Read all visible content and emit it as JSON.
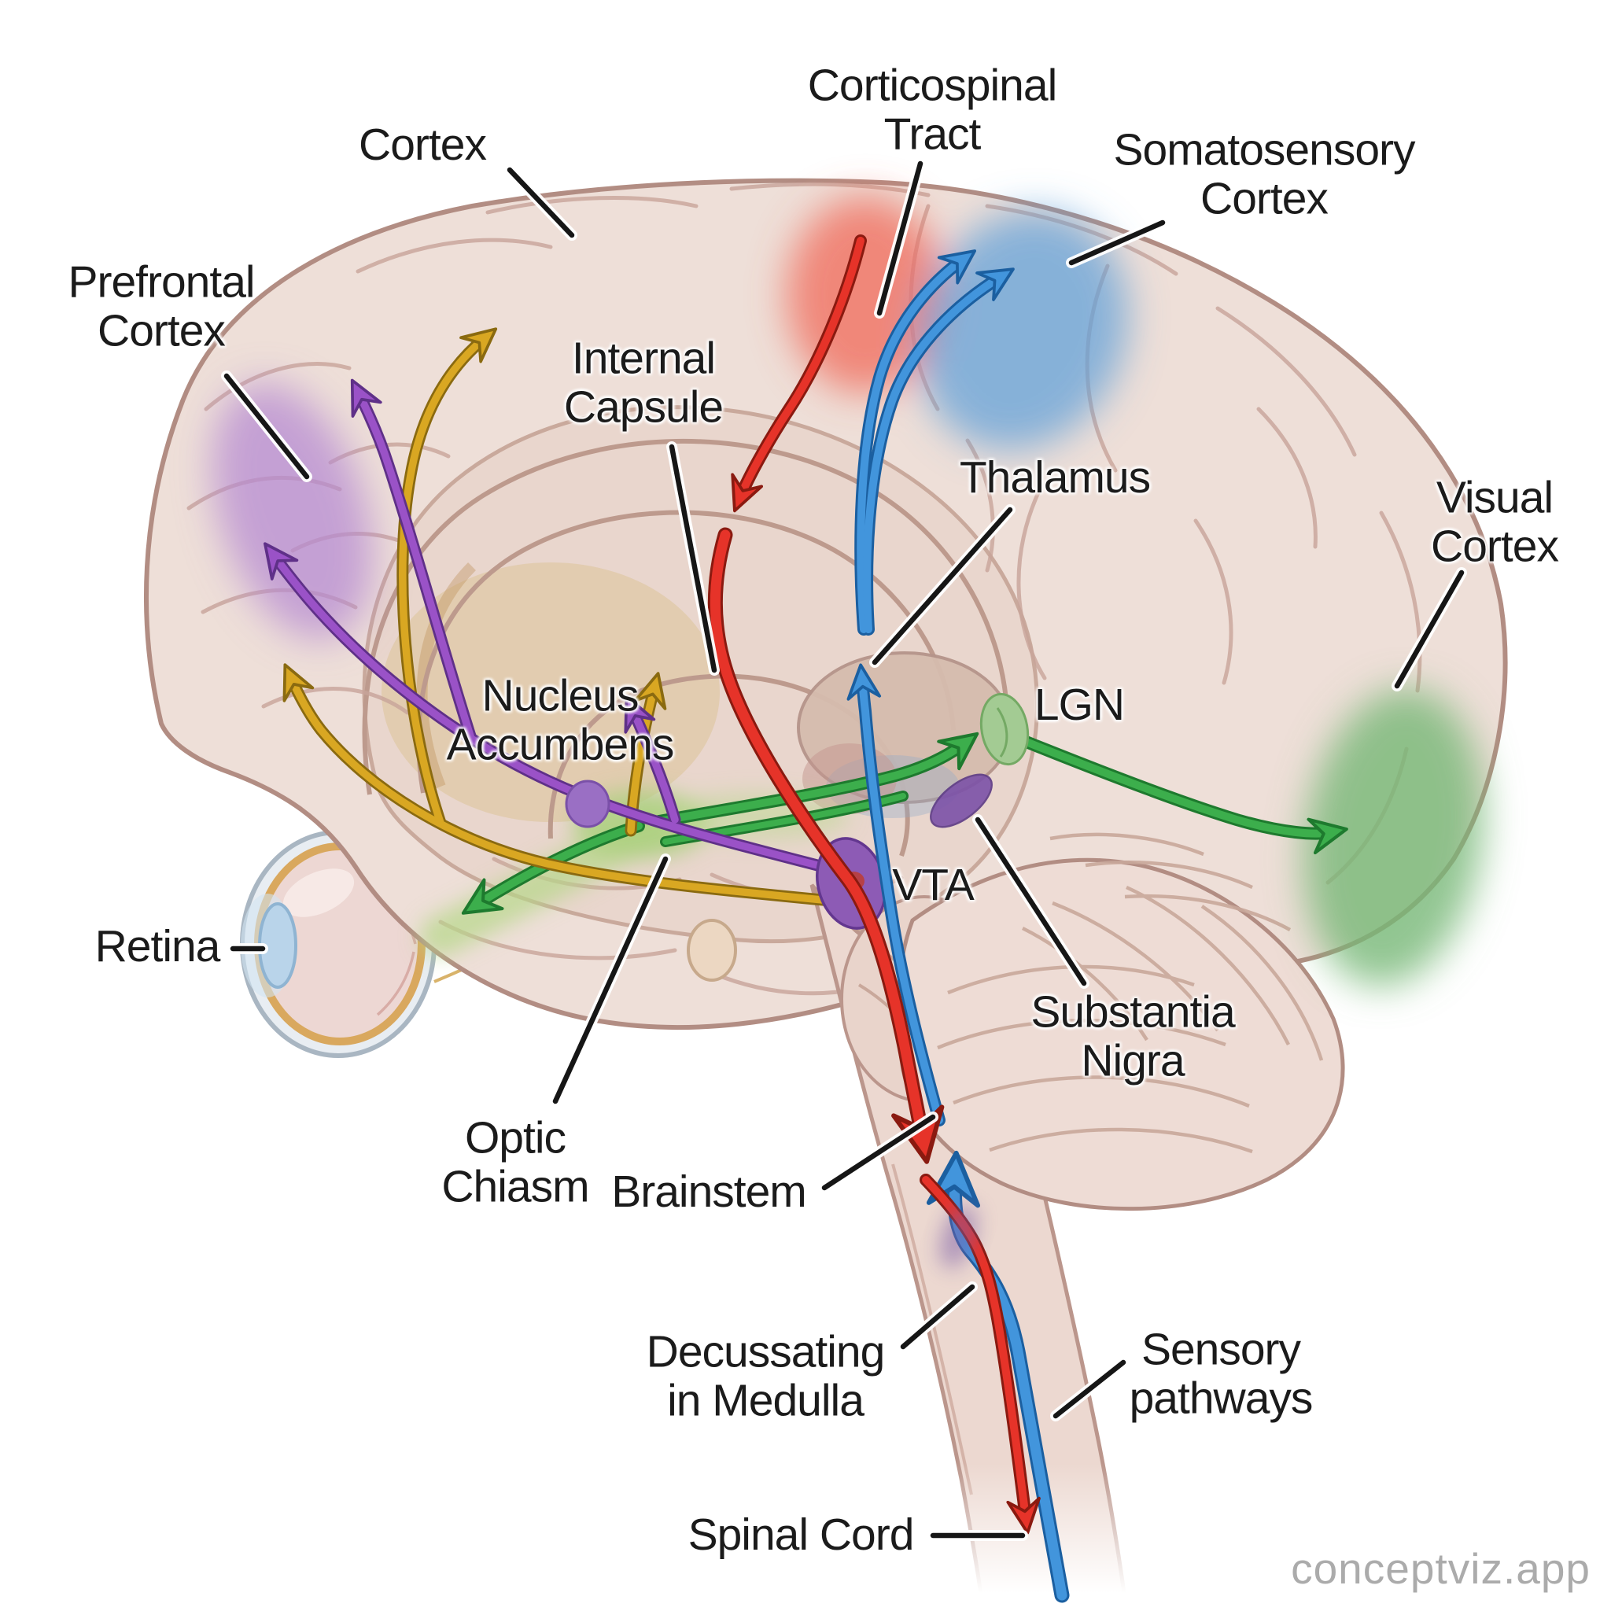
{
  "watermark": "conceptviz.app",
  "colors": {
    "background": "#ffffff",
    "label_text": "#1b1b1b",
    "leader_line": "#161616",
    "brain_fill": "#eedfd8",
    "brain_outline": "#b28d83",
    "sulci": "#c8a49a",
    "inner_medial_fill": "#e9d6cc",
    "basal_tan": "#dcc193",
    "motor_cortex_shade": "#f0685a",
    "somatosensory_shade": "#5f9fd8",
    "prefrontal_shade": "#b488d2",
    "occipital_shade": "#77b877",
    "optic_glow": "#aacf7d",
    "watermark_text": "#ababab"
  },
  "pathways": {
    "red": {
      "id": "corticospinal-motor-tract",
      "color": "#e63329",
      "outline": "#8a1a10"
    },
    "blue": {
      "id": "sensory-ascending-pathway",
      "color": "#4295dc",
      "outline": "#1b5fa0"
    },
    "green": {
      "id": "visual-pathway",
      "color": "#3cae4c",
      "outline": "#1e7a2e"
    },
    "purple": {
      "id": "vta-dopamine-pathway",
      "color": "#9a52c7",
      "outline": "#5f3088"
    },
    "gold": {
      "id": "vta-prefrontal-pathway",
      "color": "#d9a722",
      "outline": "#8a6a10"
    }
  },
  "labels": {
    "cortex": {
      "lines": [
        "Cortex"
      ]
    },
    "corticospinal_tract": {
      "lines": [
        "Corticospinal",
        "Tract"
      ]
    },
    "somatosensory_cortex": {
      "lines": [
        "Somatosensory",
        "Cortex"
      ]
    },
    "prefrontal_cortex": {
      "lines": [
        "Prefrontal",
        "Cortex"
      ]
    },
    "internal_capsule": {
      "lines": [
        "Internal",
        "Capsule"
      ]
    },
    "thalamus": {
      "lines": [
        "Thalamus"
      ]
    },
    "visual_cortex": {
      "lines": [
        "Visual",
        "Cortex"
      ]
    },
    "nucleus_accumbens": {
      "lines": [
        "Nucleus",
        "Accumbens"
      ]
    },
    "lgn": {
      "lines": [
        "LGN"
      ]
    },
    "vta": {
      "lines": [
        "VTA"
      ]
    },
    "substantia_nigra": {
      "lines": [
        "Substantia",
        "Nigra"
      ]
    },
    "retina": {
      "lines": [
        "Retina"
      ]
    },
    "optic_chiasm": {
      "lines": [
        "Optic",
        "Chiasm"
      ]
    },
    "brainstem": {
      "lines": [
        "Brainstem"
      ]
    },
    "decussating_in_medulla": {
      "lines": [
        "Decussating",
        "in Medulla"
      ]
    },
    "sensory_pathways": {
      "lines": [
        "Sensory",
        "pathways"
      ]
    },
    "spinal_cord": {
      "lines": [
        "Spinal Cord"
      ]
    }
  }
}
